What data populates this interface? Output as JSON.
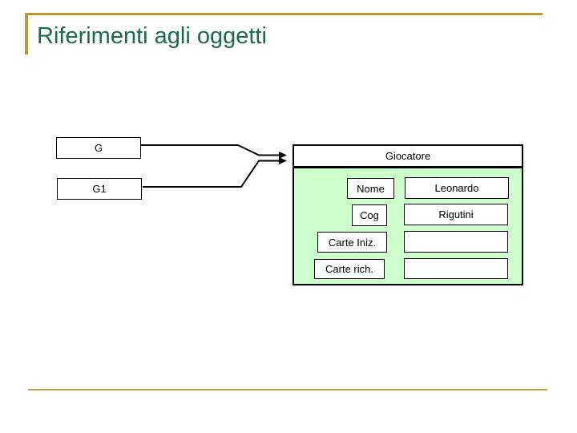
{
  "slide": {
    "title": "Riferimenti agli oggetti"
  },
  "diagram": {
    "references": [
      {
        "label": "G"
      },
      {
        "label": "G1"
      }
    ],
    "object": {
      "class_name": "Giocatore",
      "fields": [
        {
          "name": "Nome",
          "value": "Leonardo"
        },
        {
          "name": "Cog",
          "value": "Rigutini"
        },
        {
          "name": "Carte Iniz.",
          "value": ""
        },
        {
          "name": "Carte rich.",
          "value": ""
        }
      ]
    }
  },
  "colors": {
    "title_green": "#1B6A4C",
    "accent_gold_top": "#C09A30",
    "accent_gold_bottom": "#B2A647",
    "object_fill_green": "#CCFFCC",
    "line_black": "#000000",
    "box_fill_white": "#FFFFFF"
  }
}
